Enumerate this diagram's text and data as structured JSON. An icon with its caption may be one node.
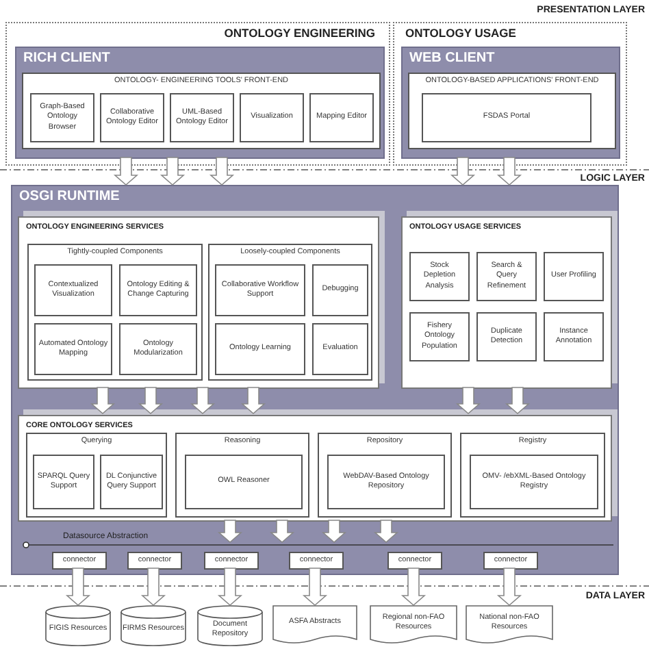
{
  "diagram": {
    "nodes": [
      {
        "text": [
          "ONTOLOGY ENGINEERING"
        ]
      },
      {
        "text": [
          "ONTOLOGY USAGE"
        ]
      },
      {
        "text": [
          "RICH CLIENT"
        ],
        "in": 0
      },
      {
        "text": [
          "ONTOLOGY- ENGINEERING TOOLS' FRONT-END"
        ],
        "in": 2
      },
      {
        "text": [
          "Graph-Based Ontology Browser"
        ],
        "in": 3
      },
      {
        "text": [
          "Collaborative Ontology Editor"
        ],
        "in": 3
      },
      {
        "text": [
          "UML-Based Ontology Editor"
        ],
        "in": 3
      },
      {
        "text": [
          "Visualization"
        ],
        "in": 3
      },
      {
        "text": [
          "Mapping Editor"
        ],
        "in": 3
      },
      {
        "text": [
          "WEB CLIENT"
        ],
        "in": 1
      },
      {
        "text": [
          "ONTOLOGY-BASED APPLICATIONS' FRONT-END"
        ],
        "in": 9
      },
      {
        "text": [
          "FSDAS Portal"
        ],
        "in": 10
      },
      {
        "text": [
          "OSGI RUNTIME"
        ]
      },
      {
        "text": [
          "ONTOLOGY ENGINEERING SERVICES"
        ],
        "in": 12
      },
      {
        "text": [
          "Tightly-coupled Components"
        ],
        "in": 13
      },
      {
        "text": [
          "Contextualized Visualization"
        ],
        "in": 14
      },
      {
        "text": [
          "Ontology Editing & Change Capturing"
        ],
        "in": 14
      },
      {
        "text": [
          "Automated Ontology Mapping"
        ],
        "in": 14
      },
      {
        "text": [
          "Ontology Modularization"
        ],
        "in": 14
      },
      {
        "text": [
          "Loosely-coupled Components"
        ],
        "in": 13
      },
      {
        "text": [
          "Collaborative Workflow Support"
        ],
        "in": 19
      },
      {
        "text": [
          "Debugging"
        ],
        "in": 19
      },
      {
        "text": [
          "Ontology Learning"
        ],
        "in": 19
      },
      {
        "text": [
          "Evaluation"
        ],
        "in": 19
      },
      {
        "text": [
          "ONTOLOGY USAGE SERVICES"
        ],
        "in": 12
      },
      {
        "text": [
          "Stock Depletion Analysis"
        ],
        "in": 24
      },
      {
        "text": [
          "Search & Query Refinement"
        ],
        "in": 24
      },
      {
        "text": [
          "User Profiling"
        ],
        "in": 24
      },
      {
        "text": [
          "Fishery Ontology Population"
        ],
        "in": 24
      },
      {
        "text": [
          "Duplicate Detection"
        ],
        "in": 24
      },
      {
        "text": [
          "Instance Annotation"
        ],
        "in": 24
      },
      {
        "text": [
          "CORE ONTOLOGY SERVICES"
        ],
        "in": 12
      },
      {
        "text": [
          "Querying"
        ],
        "in": 31
      },
      {
        "text": [
          "SPARQL Query Support"
        ],
        "in": 32
      },
      {
        "text": [
          "DL Conjunctive Query Support"
        ],
        "in": 32
      },
      {
        "text": [
          "Reasoning"
        ],
        "in": 31
      },
      {
        "text": [
          "OWL Reasoner"
        ],
        "in": 35
      },
      {
        "text": [
          "Repository"
        ],
        "in": 31
      },
      {
        "text": [
          "WebDAV-Based Ontology Repository"
        ],
        "in": 37
      },
      {
        "text": [
          "Registry"
        ],
        "in": 31
      },
      {
        "text": [
          "OMV- /ebXML-Based Ontology Registry"
        ],
        "in": 39
      },
      {
        "text": [
          "connector"
        ],
        "in": 12
      },
      {
        "text": [
          "connector"
        ],
        "in": 12
      },
      {
        "text": [
          "connector"
        ],
        "in": 12
      },
      {
        "text": [
          "connector"
        ],
        "in": 12
      },
      {
        "text": [
          "connector"
        ],
        "in": 12
      },
      {
        "text": [
          "connector"
        ],
        "in": 12
      },
      {
        "text": [
          "FIGIS Resources"
        ]
      },
      {
        "text": [
          "FIRMS Resources"
        ]
      },
      {
        "text": [
          "Document Repository"
        ]
      },
      {
        "text": [
          "ASFA Abstracts"
        ]
      },
      {
        "text": [
          "Regional non-FAO Resources"
        ]
      },
      {
        "text": [
          "National non-FAO Resources"
        ]
      }
    ],
    "edges": [
      {
        "from": 2,
        "to": 12,
        "arrow": "to"
      },
      {
        "from": 2,
        "to": 12,
        "arrow": "to"
      },
      {
        "from": 2,
        "to": 12,
        "arrow": "to"
      },
      {
        "from": 9,
        "to": 12,
        "arrow": "to"
      },
      {
        "from": 9,
        "to": 12,
        "arrow": "to"
      },
      {
        "from": 13,
        "to": 31,
        "arrow": "to"
      },
      {
        "from": 13,
        "to": 31,
        "arrow": "to"
      },
      {
        "from": 13,
        "to": 31,
        "arrow": "to"
      },
      {
        "from": 13,
        "to": 31,
        "arrow": "to"
      },
      {
        "from": 24,
        "to": 31,
        "arrow": "to"
      },
      {
        "from": 24,
        "to": 31,
        "arrow": "to"
      },
      {
        "from": 31,
        "to": null,
        "arrow": "to"
      },
      {
        "from": 31,
        "to": null,
        "arrow": "to"
      },
      {
        "from": 31,
        "to": null,
        "arrow": "to"
      },
      {
        "from": 31,
        "to": null,
        "arrow": "to"
      },
      {
        "from": 41,
        "to": 47,
        "arrow": "to"
      },
      {
        "from": 42,
        "to": 48,
        "arrow": "to"
      },
      {
        "from": 43,
        "to": 49,
        "arrow": "to"
      },
      {
        "from": 44,
        "to": 50,
        "arrow": "to"
      },
      {
        "from": 45,
        "to": 51,
        "arrow": "to"
      },
      {
        "from": 46,
        "to": 52,
        "arrow": "to"
      }
    ],
    "labels": [
      "PRESENTATION LAYER",
      "LOGIC LAYER",
      "Datasource Abstraction",
      "DATA LAYER"
    ]
  }
}
